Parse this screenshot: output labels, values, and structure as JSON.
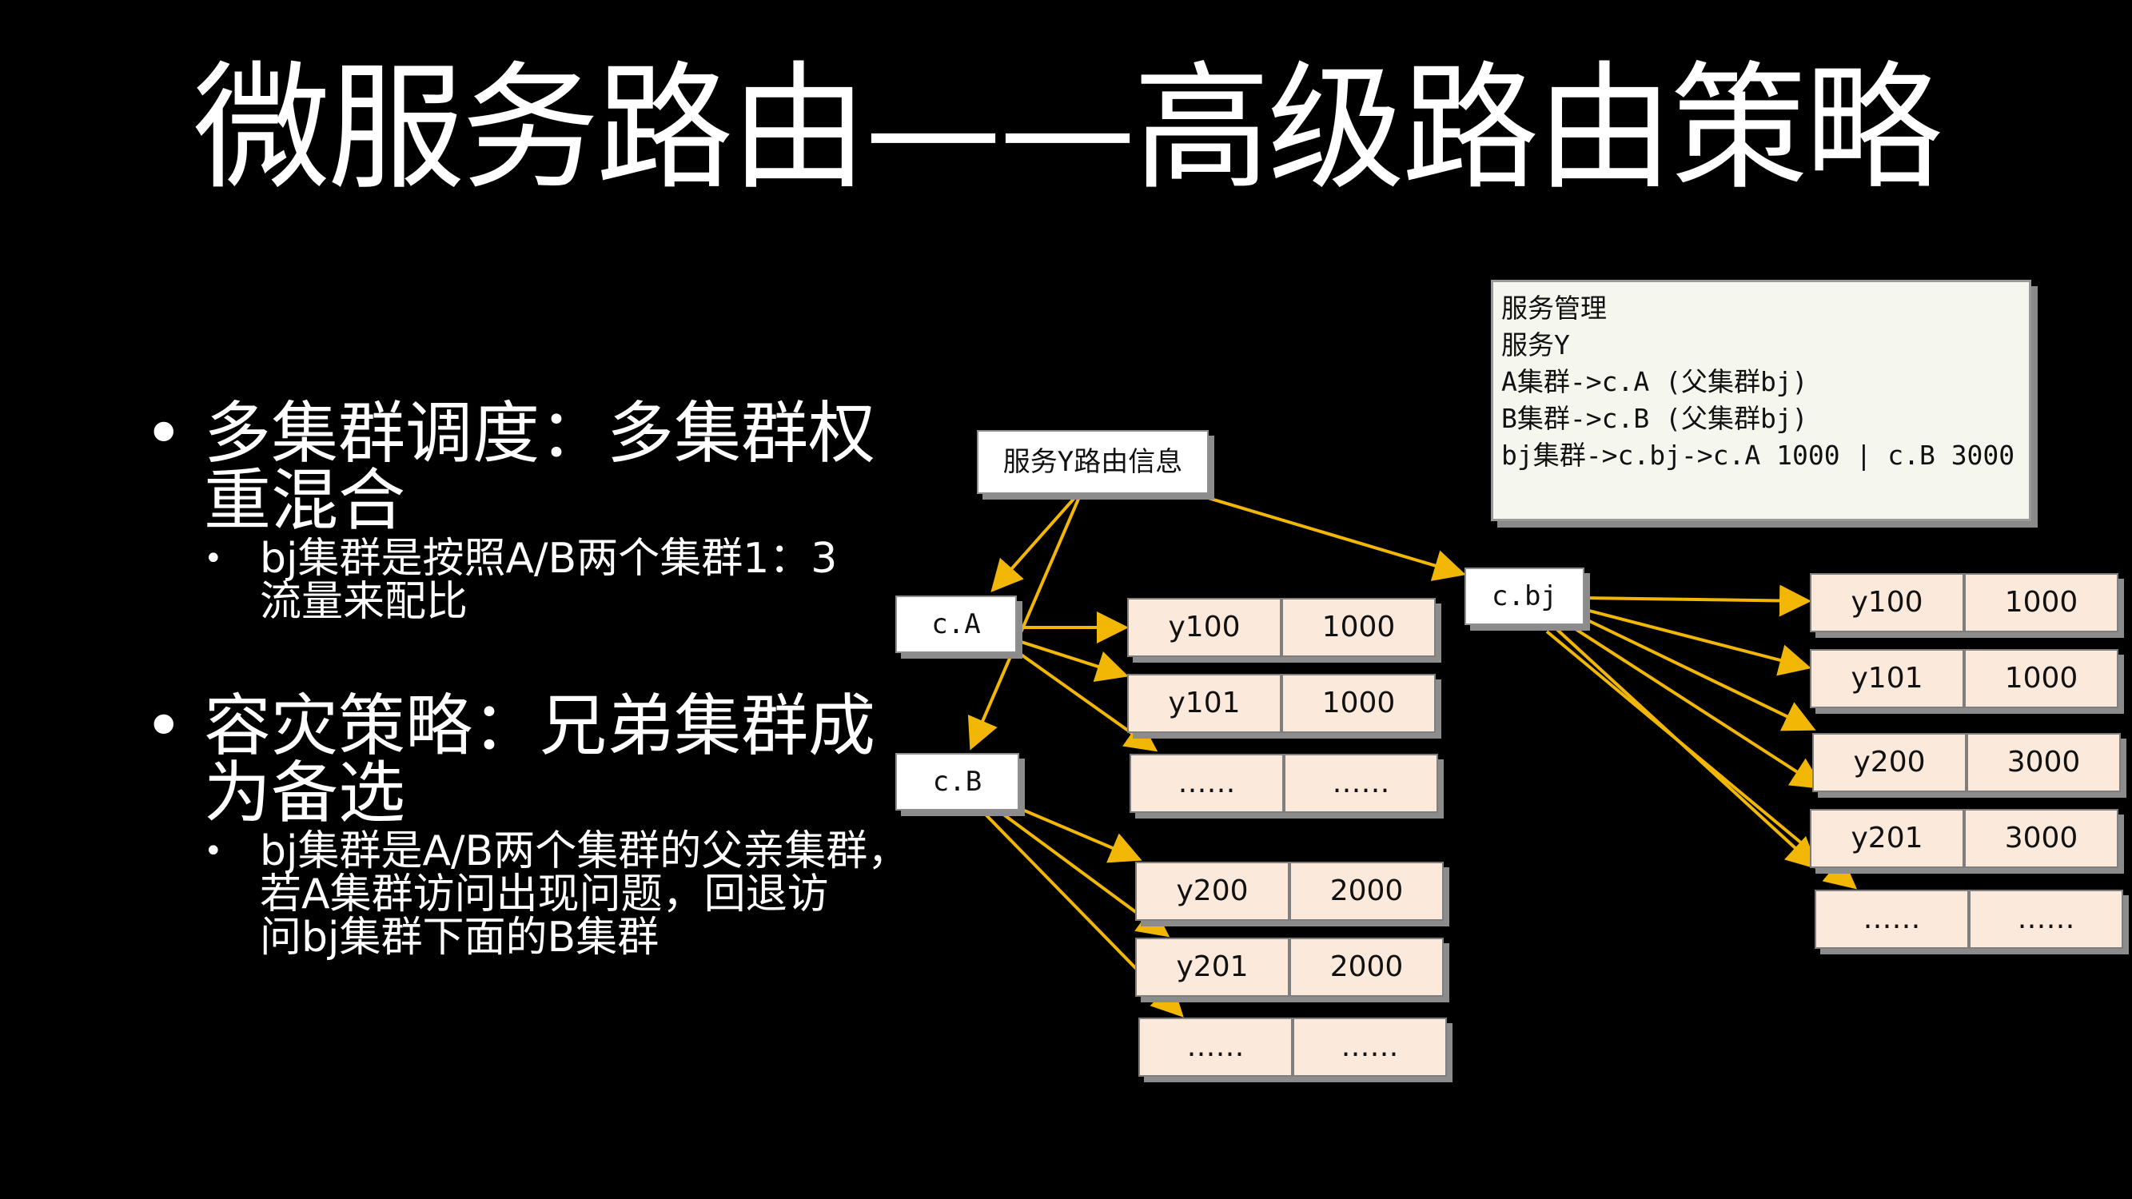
{
  "title": "微服务路由——高级路由策略",
  "bullets": [
    {
      "text_l1": "多集群调度：多集群权",
      "text_l2": "重混合",
      "sub_l1": "bj集群是按照A/B两个集群1：3",
      "sub_l2": "流量来配比"
    },
    {
      "text_l1": "容灾策略：兄弟集群成",
      "text_l2": "为备选",
      "sub_l1": "bj集群是A/B两个集群的父亲集群，",
      "sub_l2": "若A集群访问出现问题，回退访",
      "sub_l3": "问bj集群下面的B集群"
    }
  ],
  "bullet_char": "•",
  "service_box": {
    "lines": [
      "服务管理",
      "",
      "服务Y",
      "A集群->c.A (父集群bj)",
      "B集群->c.B (父集群bj)",
      "bj集群->c.bj->c.A 1000 | c.B 3000"
    ]
  },
  "nodes": {
    "route_info": "服务Y路由信息",
    "cA": "c.A",
    "cB": "c.B",
    "cbj": "c.bj"
  },
  "tables": {
    "A": [
      [
        "y100",
        "1000"
      ],
      [
        "y101",
        "1000"
      ],
      [
        "……",
        "……"
      ]
    ],
    "B": [
      [
        "y200",
        "2000"
      ],
      [
        "y201",
        "2000"
      ],
      [
        "……",
        "……"
      ]
    ],
    "bj": [
      [
        "y100",
        "1000"
      ],
      [
        "y101",
        "1000"
      ],
      [
        "y200",
        "3000"
      ],
      [
        "y201",
        "3000"
      ],
      [
        "……",
        "……"
      ]
    ]
  },
  "colors": {
    "arrow": "#f2b705",
    "cell_bg": "#fbe9dc",
    "box_bg": "#f5f7ee"
  }
}
